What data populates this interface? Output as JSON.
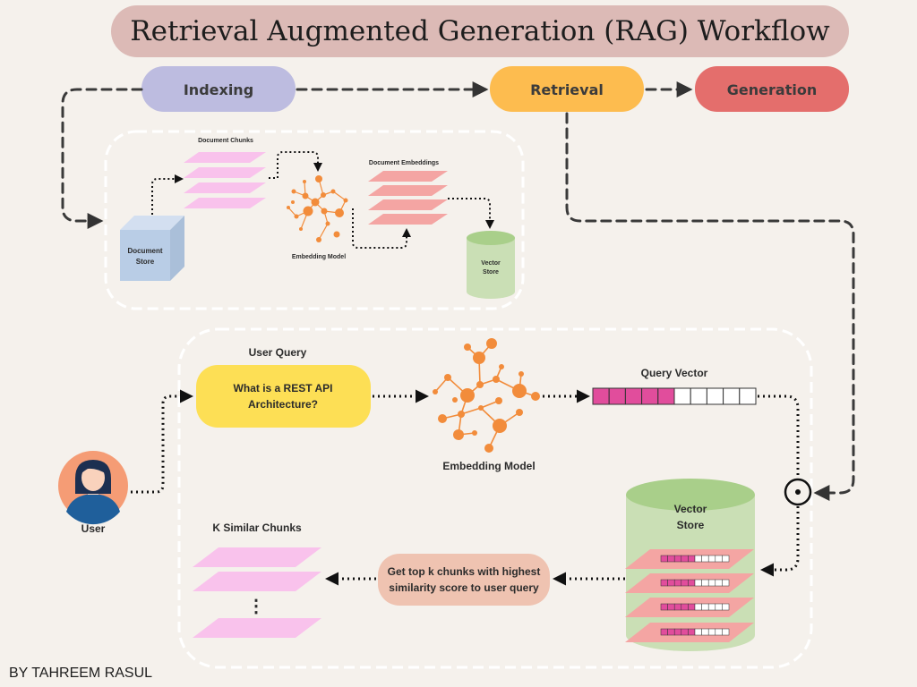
{
  "title": "Retrieval Augmented Generation (RAG) Workflow",
  "stages": {
    "indexing": "Indexing",
    "retrieval": "Retrieval",
    "generation": "Generation"
  },
  "indexing": {
    "document_store": [
      "Document",
      "Store"
    ],
    "document_chunks": "Document Chunks",
    "embedding_model": "Embedding Model",
    "document_embeddings": "Document Embeddings",
    "vector_store": [
      "Vector",
      "Store"
    ]
  },
  "retrieval_panel": {
    "user_query_label": "User Query",
    "query_text": [
      "What is a REST API",
      "Architecture?"
    ],
    "embedding_model": "Embedding Model",
    "query_vector_label": "Query Vector",
    "query_vector": {
      "filled": 5,
      "total": 10
    },
    "user_label": "User",
    "vector_store": [
      "Vector",
      "Store"
    ],
    "top_k_text": [
      "Get top k chunks with highest",
      "similarity score to user query"
    ],
    "k_similar_label": "K Similar Chunks",
    "ellipsis": "⋮"
  },
  "credit": "BY TAHREEM RASUL",
  "colors": {
    "background": "#f5f1ec",
    "title_bar": "#dcbab6",
    "indexing": "#bdbce0",
    "retrieval": "#fdbc4f",
    "generation": "#e46e6c",
    "chunk_pink": "#f9c2ec",
    "embedding_coral": "#f4a5a3",
    "vector_store_green": "#cadfb5",
    "query_yellow": "#fddf55",
    "top_k_peach": "#efc3b1",
    "node_orange": "#f28c3b",
    "vector_magenta": "#e14d9c"
  }
}
